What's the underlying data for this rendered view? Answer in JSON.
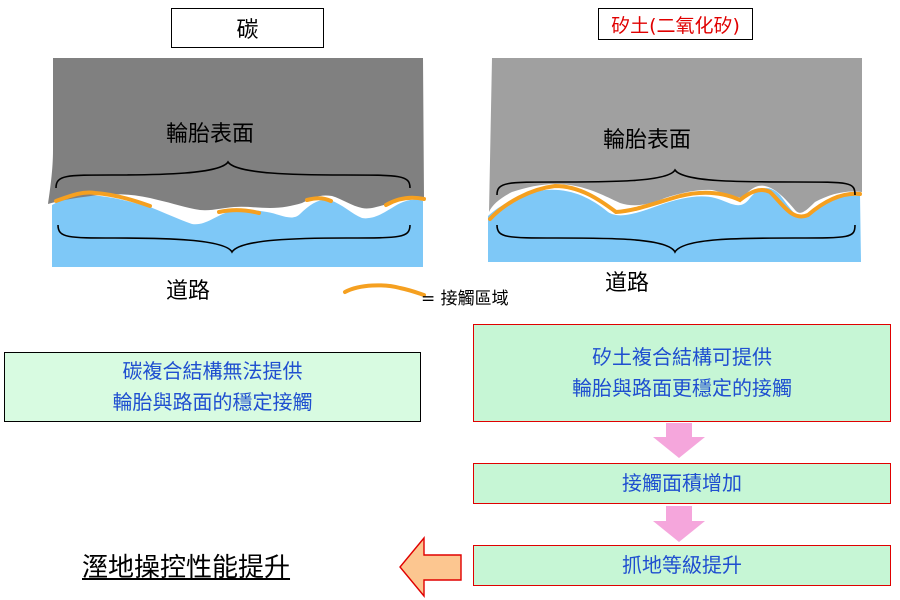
{
  "carbon": {
    "title": "碳",
    "tire_label": "輪胎表面",
    "road_label": "道路",
    "result_lines": [
      "碳複合結構無法提供",
      "輪胎與路面的穩定接觸"
    ]
  },
  "silica": {
    "title": "矽土(二氧化矽)",
    "tire_label": "輪胎表面",
    "road_label": "道路",
    "result_lines": [
      "矽土複合結構可提供",
      "輪胎與路面更穩定的接觸"
    ]
  },
  "legend": {
    "text": "= 接觸區域"
  },
  "flow": {
    "step1": "接觸面積增加",
    "step2": "抓地等級提升"
  },
  "conclusion": "溼地操控性能提升",
  "colors": {
    "tire": "#808080",
    "road": "#7ec8f7",
    "contact": "#f5a020",
    "box_fill": "#c6f6d5",
    "text_blue": "#1f4fd0",
    "red": "#e00000",
    "arrow_pink": "#f5a6dc",
    "arrow_orange": "#fcc690"
  }
}
